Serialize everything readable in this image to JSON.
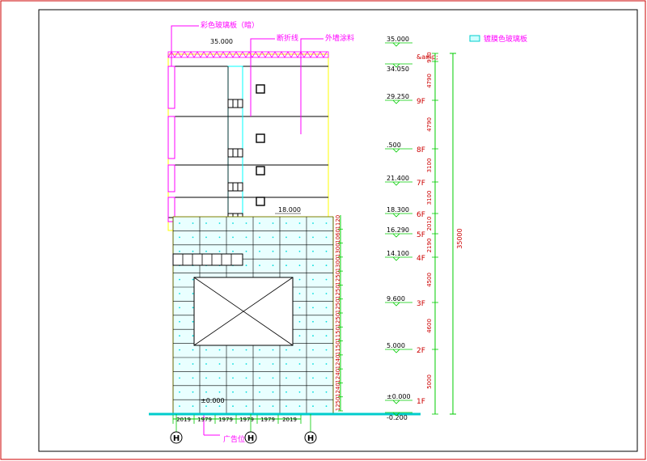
{
  "annotations": {
    "curtain_wall_dark": "彩色玻璃板（暗）",
    "break_line": "断折线",
    "exterior_coating": "外墙涂料",
    "legend_label": "镀膜色玻璃板",
    "roof_level_top": "35.000"
  },
  "elevations": [
    {
      "value": "35.000",
      "floor": ""
    },
    {
      "value": "34.050",
      "floor": ""
    },
    {
      "value": "29.250",
      "floor": "9F"
    },
    {
      "value": ".500",
      "floor": "8F"
    },
    {
      "value": "21.400",
      "floor": "7F"
    },
    {
      "value": "18.300",
      "floor": "6F"
    },
    {
      "value": "16.290",
      "floor": "5F"
    },
    {
      "value": "14.100",
      "floor": "4F"
    },
    {
      "value": "9.600",
      "floor": "3F"
    },
    {
      "value": "5.000",
      "floor": "2F"
    },
    {
      "value": "±0.000",
      "floor": "1F"
    },
    {
      "value": "-0.200",
      "floor": ""
    }
  ],
  "floor_heights": [
    "970",
    "4790",
    "4790",
    "3100",
    "3100",
    "2010",
    "2190",
    "4500",
    "4600",
    "5000"
  ],
  "total_height": "35000",
  "podium_level": "18.000",
  "ground_level": "±0.000",
  "bottom_dims": [
    "2019",
    "1979",
    "1979",
    "1979",
    "1979",
    "2019"
  ],
  "right_dims": [
    "1250",
    "1240",
    "1240",
    "1240",
    "1150",
    "1150",
    "1250",
    "1250",
    "1250",
    "1250",
    "1300",
    "1300",
    "1060",
    "1120"
  ],
  "grid_labels": [
    "H",
    "H",
    "H"
  ],
  "roof_symbol": "&amp;",
  "bottom_note": "广告位",
  "colors": {
    "magenta": "#ff00ff",
    "cyan": "#00ffff",
    "yellow": "#ffff00",
    "green": "#00cc00",
    "red": "#cc0000",
    "outline": "#000000"
  }
}
